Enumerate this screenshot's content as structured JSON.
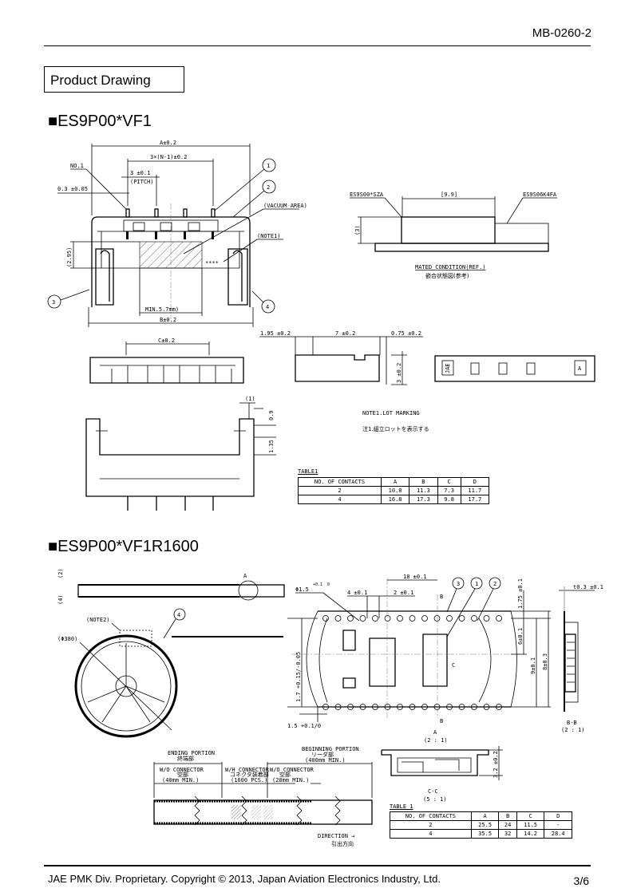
{
  "header": {
    "doc_number": "MB-0260-2",
    "section_box": "Product Drawing"
  },
  "section1": {
    "title": "■ES9P00*VF1",
    "top_view": {
      "dim_a": "A±0.2",
      "dim_span": "3×(N-1)±0.2",
      "pitch": "3 ±0.1",
      "pitch_note": "(PITCH)",
      "no1": "NO.1",
      "pin_width": "0.3 ±0.05",
      "vacuum": "(VACUUM AREA)",
      "note1": "(NOTE1)",
      "lot_mark": "****",
      "dim_295": "(2.95)",
      "min_width": "MIN.5.7mm)",
      "dim_b": "B±0.2",
      "callouts": [
        "1",
        "2",
        "3",
        "4"
      ]
    },
    "mated": {
      "left_part": "ES9S00*SZA",
      "right_part": "ES9S06K4FA",
      "width": "[9.9]",
      "height": "(3)",
      "caption_en": "MATED CONDITION(REF.)",
      "caption_jp": "嵌合状態図(参考)"
    },
    "front_view": {
      "dim_c": "C±0.2"
    },
    "side_view": {
      "dim1": "1.95 ±0.2",
      "dim2": "7 ±0.2",
      "dim3": "0.75 ±0.2",
      "height": "3 ±0.2"
    },
    "end_view": {
      "mark1": "JAE",
      "mark2": "A"
    },
    "bottom_view": {
      "dim_1": "(1)",
      "dim_09": "0.9",
      "dim_135": "1.35"
    },
    "notes": {
      "en": "NOTE1.LOT  MARKING",
      "jp": "注1.組立ロットを表示する"
    },
    "table": {
      "caption": "TABLE1",
      "headers": [
        "NO. OF CONTACTS",
        "A",
        "B",
        "C",
        "D"
      ],
      "rows": [
        [
          "2",
          "10.8",
          "11.3",
          "7.3",
          "11.7"
        ],
        [
          "4",
          "16.8",
          "17.3",
          "9.8",
          "17.7"
        ]
      ]
    }
  },
  "section2": {
    "title": "■ES9P00*VF1R1600",
    "reel": {
      "dim_top": "(2)",
      "dim_bot": "(4)",
      "detail": "A",
      "note2": "(NOTE2)",
      "diameter": "(Φ380)",
      "callout": "4"
    },
    "tape": {
      "hole": "Φ1.5",
      "hole_tol": "+0.1  0",
      "dim_4": "4 ±0.1",
      "dim_2": "2 ±0.1",
      "dim_18": "18 ±0.1",
      "callouts": [
        "3",
        "1",
        "2"
      ],
      "dim_175": "1.75 ±0.1",
      "dim_6": "6±0.1",
      "dim_9": "9±0.1",
      "dim_8": "8±0.3",
      "dim_17": "1.7 +0.15/-0.05",
      "dim_15": "1.5 +0.1/0",
      "b": "B",
      "c": "C",
      "view_a": "A",
      "view_a_scale": "(2 : 1)",
      "thickness": "t0.3 ±0.1",
      "bb": "B-B",
      "bb_scale": "(2 : 1)"
    },
    "section_cc": {
      "height": "3.2 ±0.2",
      "label": "C-C",
      "scale": "(5 : 1)"
    },
    "leader": {
      "begin_en": "BEGINNING PORTION",
      "begin_jp": "リーダ部",
      "begin_len": "(400mm MIN.)",
      "end_en": "ENDING PORTION",
      "end_jp": "終端部",
      "wo1": "W/O CONNECTOR",
      "wo1_jp": "空部",
      "wo1_len": "(40mm MIN.)",
      "wh": "W/H  CONNECTOR",
      "wh_jp": "コネクタ装着部",
      "wh_len": "(1600 PCS.)",
      "wo2": "W/O CONNECTOR",
      "wo2_jp": "空部",
      "wo2_len": "(20mm MIN.)",
      "direction": "DIRECTION →",
      "direction_jp": "引出方向"
    },
    "table": {
      "caption": "TABLE 1",
      "headers": [
        "NO. OF CONTACTS",
        "A",
        "B",
        "C",
        "D"
      ],
      "rows": [
        [
          "2",
          "25.5",
          "24",
          "11.5",
          "-"
        ],
        [
          "4",
          "35.5",
          "32",
          "14.2",
          "28.4"
        ]
      ]
    }
  },
  "footer": {
    "copyright": "JAE PMK Div. Proprietary. Copyright ©  2013, Japan Aviation Electronics Industry, Ltd.",
    "page": "3/6"
  }
}
